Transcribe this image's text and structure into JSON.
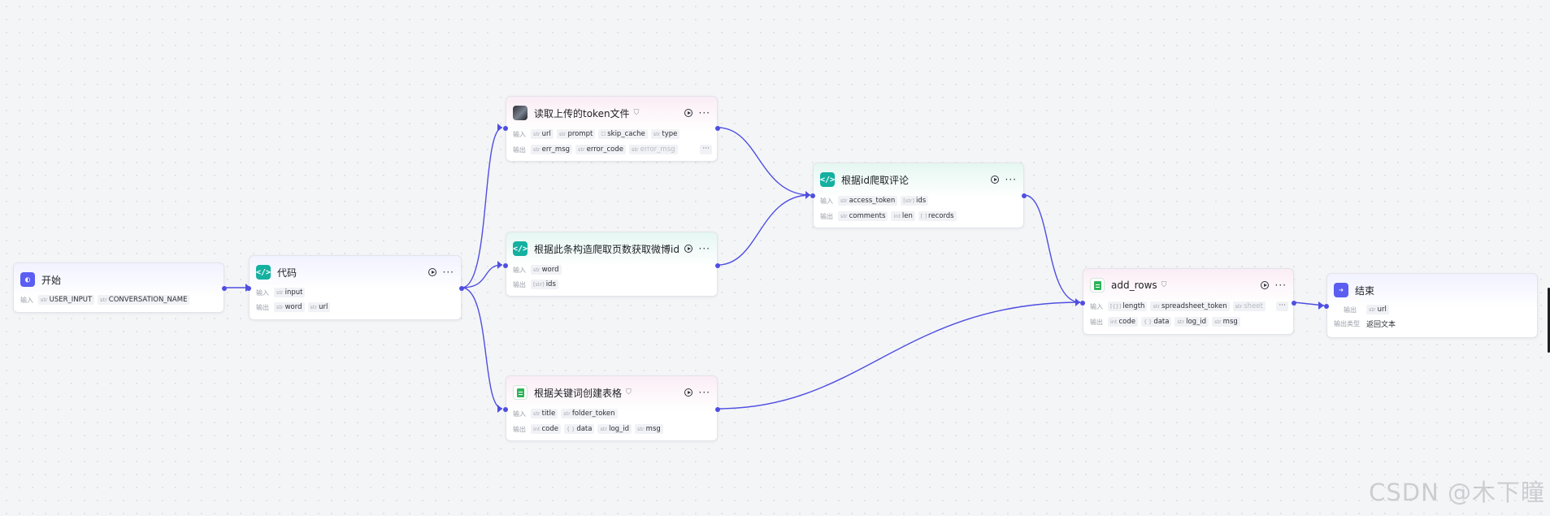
{
  "labels": {
    "input": "输入",
    "output": "输出",
    "output_type": "输出类型"
  },
  "nodes": {
    "start": {
      "title": "开始",
      "inputs": [
        {
          "type": "str",
          "name": "USER_INPUT"
        },
        {
          "type": "str",
          "name": "CONVERSATION_NAME"
        }
      ]
    },
    "code": {
      "title": "代码",
      "inputs": [
        {
          "type": "str",
          "name": "input"
        }
      ],
      "outputs": [
        {
          "type": "str",
          "name": "word"
        },
        {
          "type": "str",
          "name": "url"
        }
      ]
    },
    "read_token": {
      "title": "读取上传的token文件",
      "inputs": [
        {
          "type": "str",
          "name": "url"
        },
        {
          "type": "str",
          "name": "prompt"
        },
        {
          "type": "☐",
          "name": "skip_cache"
        },
        {
          "type": "str",
          "name": "type"
        }
      ],
      "outputs": [
        {
          "type": "str",
          "name": "err_msg"
        },
        {
          "type": "str",
          "name": "error_code"
        },
        {
          "type": "str",
          "name": "error_msg"
        }
      ]
    },
    "build_pages": {
      "title": "根据此条构造爬取页数获取微博id",
      "inputs": [
        {
          "type": "str",
          "name": "word"
        }
      ],
      "outputs": [
        {
          "type": "[str]",
          "name": "ids"
        }
      ]
    },
    "create_sheet": {
      "title": "根据关键词创建表格",
      "inputs": [
        {
          "type": "str",
          "name": "title"
        },
        {
          "type": "str",
          "name": "folder_token"
        }
      ],
      "outputs": [
        {
          "type": "int",
          "name": "code"
        },
        {
          "type": "{ }",
          "name": "data"
        },
        {
          "type": "str",
          "name": "log_id"
        },
        {
          "type": "str",
          "name": "msg"
        }
      ]
    },
    "crawl_comments": {
      "title": "根据id爬取评论",
      "inputs": [
        {
          "type": "str",
          "name": "access_token"
        },
        {
          "type": "[str]",
          "name": "ids"
        }
      ],
      "outputs": [
        {
          "type": "str",
          "name": "comments"
        },
        {
          "type": "int",
          "name": "len"
        },
        {
          "type": "[ ]",
          "name": "records"
        }
      ]
    },
    "add_rows": {
      "title": "add_rows",
      "inputs": [
        {
          "type": "[{}]",
          "name": "length"
        },
        {
          "type": "str",
          "name": "spreadsheet_token"
        },
        {
          "type": "str",
          "name": "sheet"
        }
      ],
      "outputs": [
        {
          "type": "int",
          "name": "code"
        },
        {
          "type": "{ }",
          "name": "data"
        },
        {
          "type": "str",
          "name": "log_id"
        },
        {
          "type": "str",
          "name": "msg"
        }
      ]
    },
    "end": {
      "title": "结束",
      "outputs": [
        {
          "type": "str",
          "name": "url"
        }
      ],
      "output_type_value": "返回文本"
    }
  },
  "more_symbol": "···",
  "ellipsis_tag": "···",
  "shield_symbol": "⛉",
  "watermark": "CSDN @木下瞳",
  "colors": {
    "edge": "#4e4fe0",
    "accent": "#5b5ef0",
    "code_icon": "#14b0a0",
    "sheet_icon": "#2fb35a"
  }
}
